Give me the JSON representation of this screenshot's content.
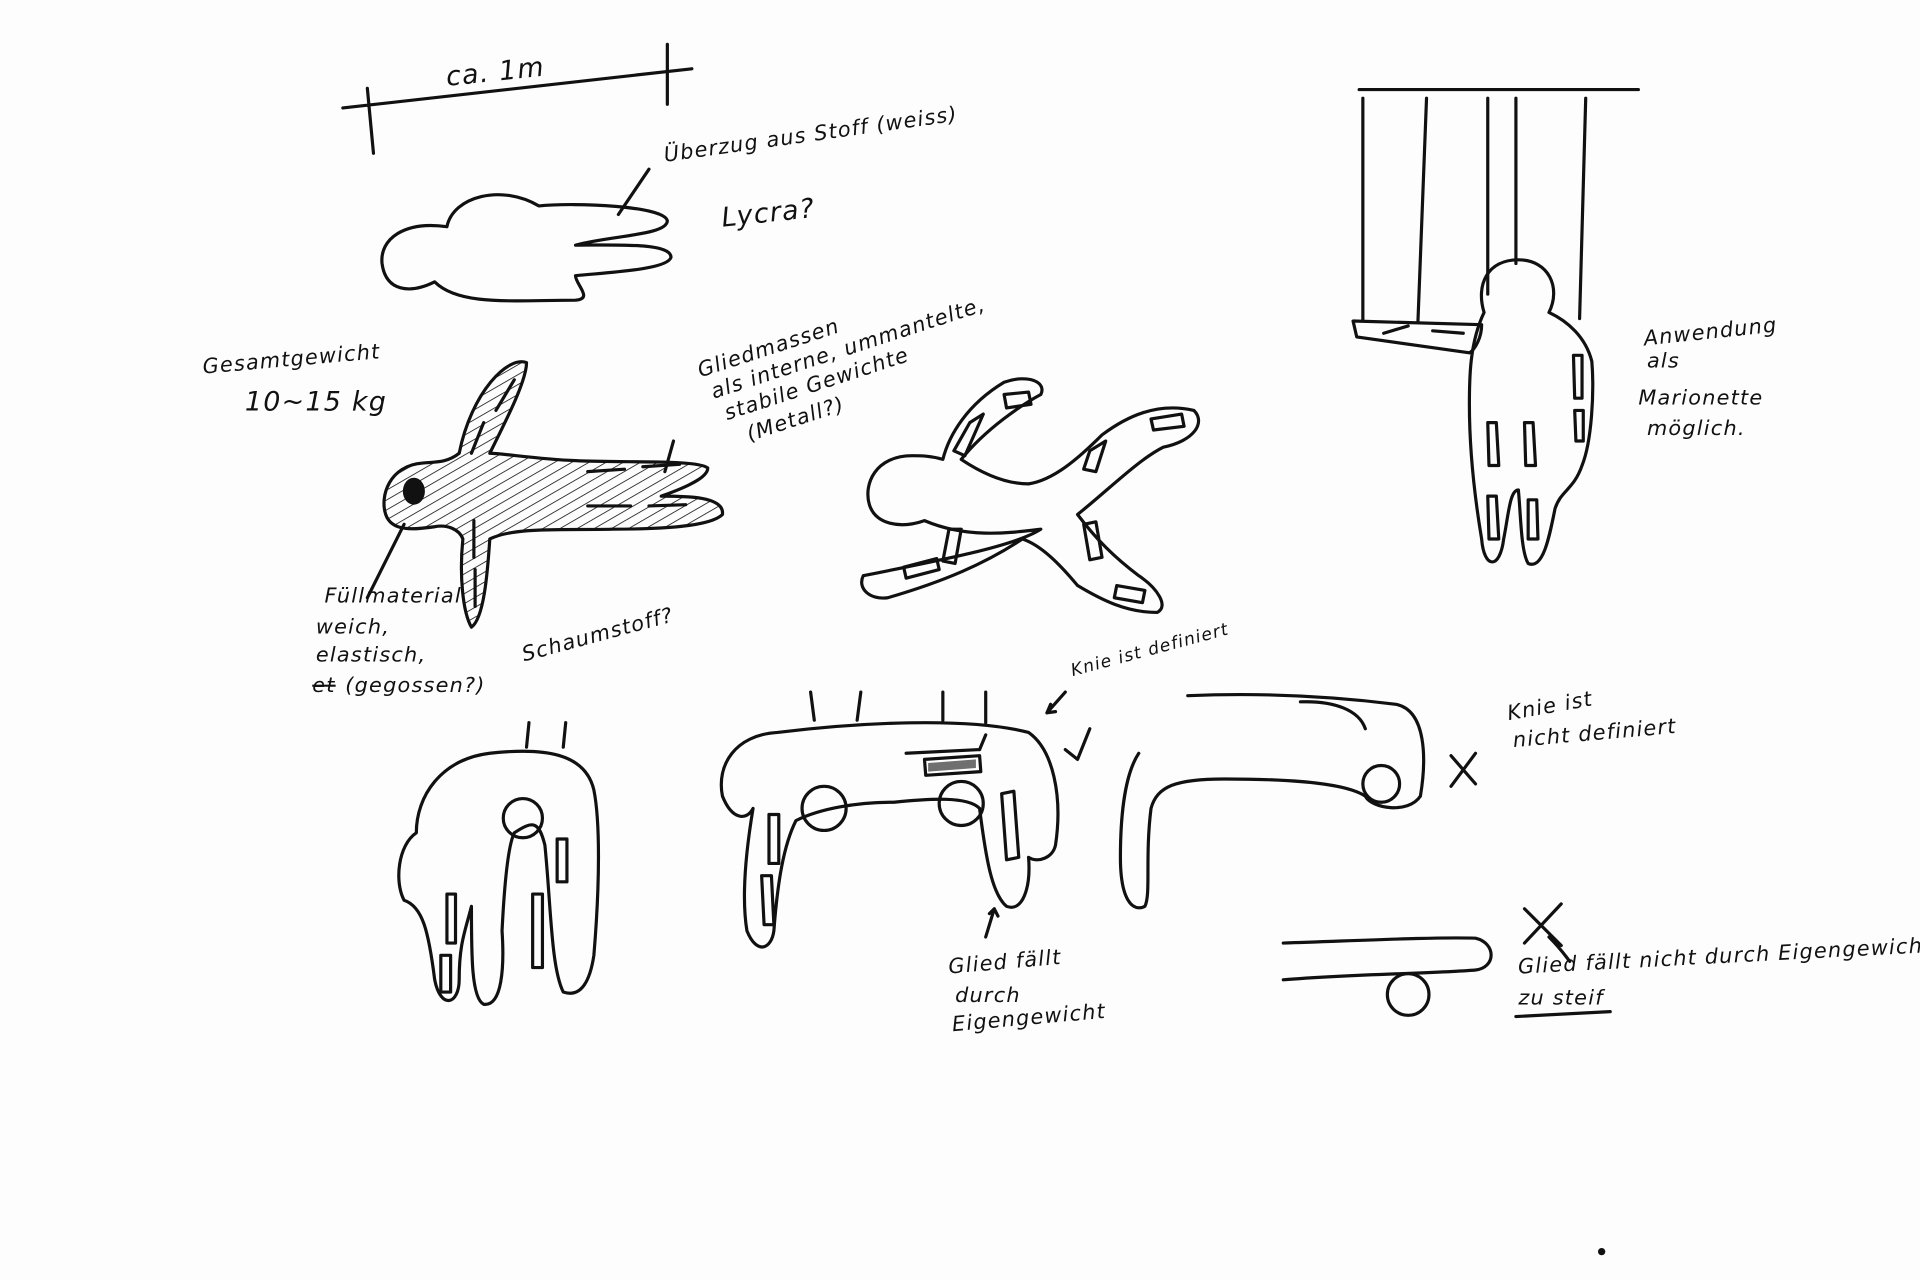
{
  "scale": {
    "label": "ca. 1m"
  },
  "cover": {
    "label": "Überzug aus Stoff (weiss)",
    "question": "Lycra?"
  },
  "weight": {
    "title": "Gesamtgewicht",
    "value": "10~15 kg"
  },
  "limbs": {
    "lines": [
      "Gliedmassen",
      "als interne, ummantelte,",
      "stabile Gewichte",
      "(Metall?)"
    ]
  },
  "filling": {
    "lines": [
      "Füllmaterial",
      "weich,",
      "elastisch,",
      "(gegossen?)"
    ],
    "struck": "et",
    "foam": "Schaumstoff?"
  },
  "knee_defined": {
    "label": "Knie ist definiert"
  },
  "knee_undefined": {
    "line1": "Knie ist",
    "line2": "nicht definiert"
  },
  "marionette": {
    "lines": [
      "Anwendung",
      "als",
      "Marionette",
      "möglich."
    ]
  },
  "falls": {
    "lines": [
      "Glied fällt",
      "durch",
      "Eigengewicht"
    ]
  },
  "stiff": {
    "line1": "Glied fällt nicht durch Eigengewicht",
    "line2": "zu steif"
  }
}
